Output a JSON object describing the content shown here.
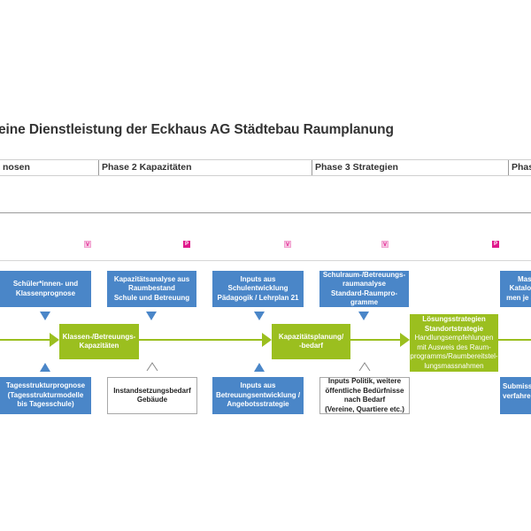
{
  "title": "eine Dienstleistung der Eckhaus AG Städtebau Raumplanung",
  "phases": [
    {
      "label": "nosen"
    },
    {
      "label": "Phase 2 Kapazitäten"
    },
    {
      "label": "Phase 3 Strategien"
    },
    {
      "label": "Phase"
    }
  ],
  "badges": [
    {
      "label": "V",
      "type": "v"
    },
    {
      "label": "P",
      "type": "p"
    },
    {
      "label": "V",
      "type": "v"
    },
    {
      "label": "V",
      "type": "v"
    },
    {
      "label": "P",
      "type": "p"
    }
  ],
  "colors": {
    "input_blue": "#4a86c8",
    "process_green": "#9bbf1f",
    "badge_magenta": "#e0198c",
    "badge_pink": "#f7c6e3"
  },
  "top_inputs": [
    {
      "lines": [
        "Schüler*innen- und",
        "Klassenprognose"
      ]
    },
    {
      "lines": [
        "Kapazitätsanalyse aus",
        "Raumbestand",
        "Schule und Betreuung"
      ]
    },
    {
      "lines": [
        "Inputs aus",
        "Schulentwicklung",
        "Pädagogik / Lehrplan 21"
      ]
    },
    {
      "lines": [
        "Schulraum-/Betreuungs-",
        "raumanalyse",
        "Standard-Raumpro-",
        "gramme"
      ]
    },
    {
      "lines": [
        "Mass",
        "Katalog",
        "men je S"
      ]
    }
  ],
  "process_nodes": [
    {
      "lines": [
        "Klassen-/Betreuungs-",
        "Kapazitäten"
      ]
    },
    {
      "lines": [
        "Kapazitätsplanung/",
        "-bedarf"
      ]
    },
    {
      "title_lines": [
        "Lösungsstrategien",
        "Standortstrategie"
      ],
      "body_lines": [
        "Handlungsempfehlungen",
        "mit Ausweis des Raum-",
        "programms/Raumbereitstel-",
        "lungsmassnahmen"
      ]
    }
  ],
  "bottom_inputs": [
    {
      "lines": [
        "Tagesstrukturprognose",
        "(Tagesstrukturmodelle",
        "bis Tagesschule)"
      ],
      "style": "blue"
    },
    {
      "lines": [
        "Instandsetzungsbedarf",
        "Gebäude"
      ],
      "style": "white"
    },
    {
      "lines": [
        "Inputs aus",
        "Betreuungsentwicklung /",
        "Angebotsstrategie"
      ],
      "style": "blue"
    },
    {
      "lines": [
        "Inputs Politik, weitere",
        "öffentliche Bedürfnisse",
        "nach Bedarf",
        "(Vereine, Quartiere etc.)"
      ],
      "style": "white"
    },
    {
      "lines": [
        "Submiss",
        "verfahre"
      ],
      "style": "blue"
    }
  ]
}
